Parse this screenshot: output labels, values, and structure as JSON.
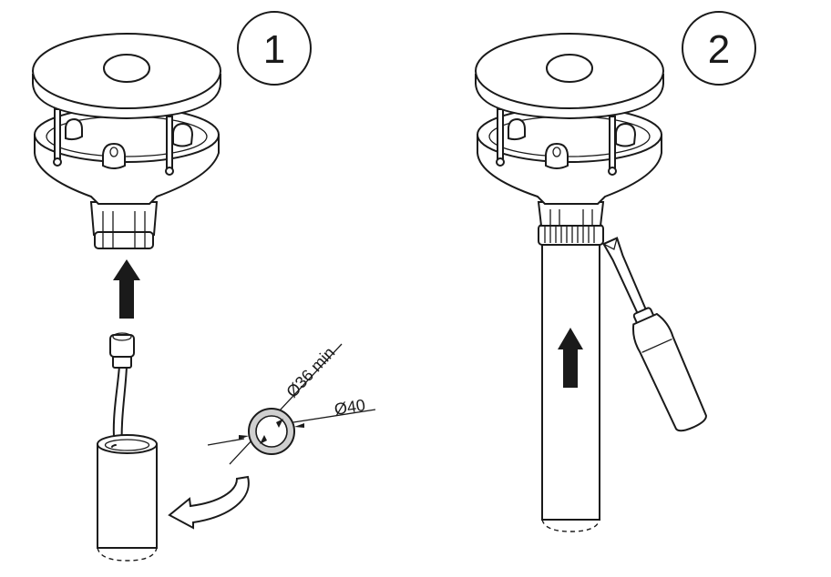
{
  "steps": [
    {
      "number": "1"
    },
    {
      "number": "2"
    }
  ],
  "dimensions": {
    "inner": "Ø36 min",
    "outer": "Ø40"
  }
}
